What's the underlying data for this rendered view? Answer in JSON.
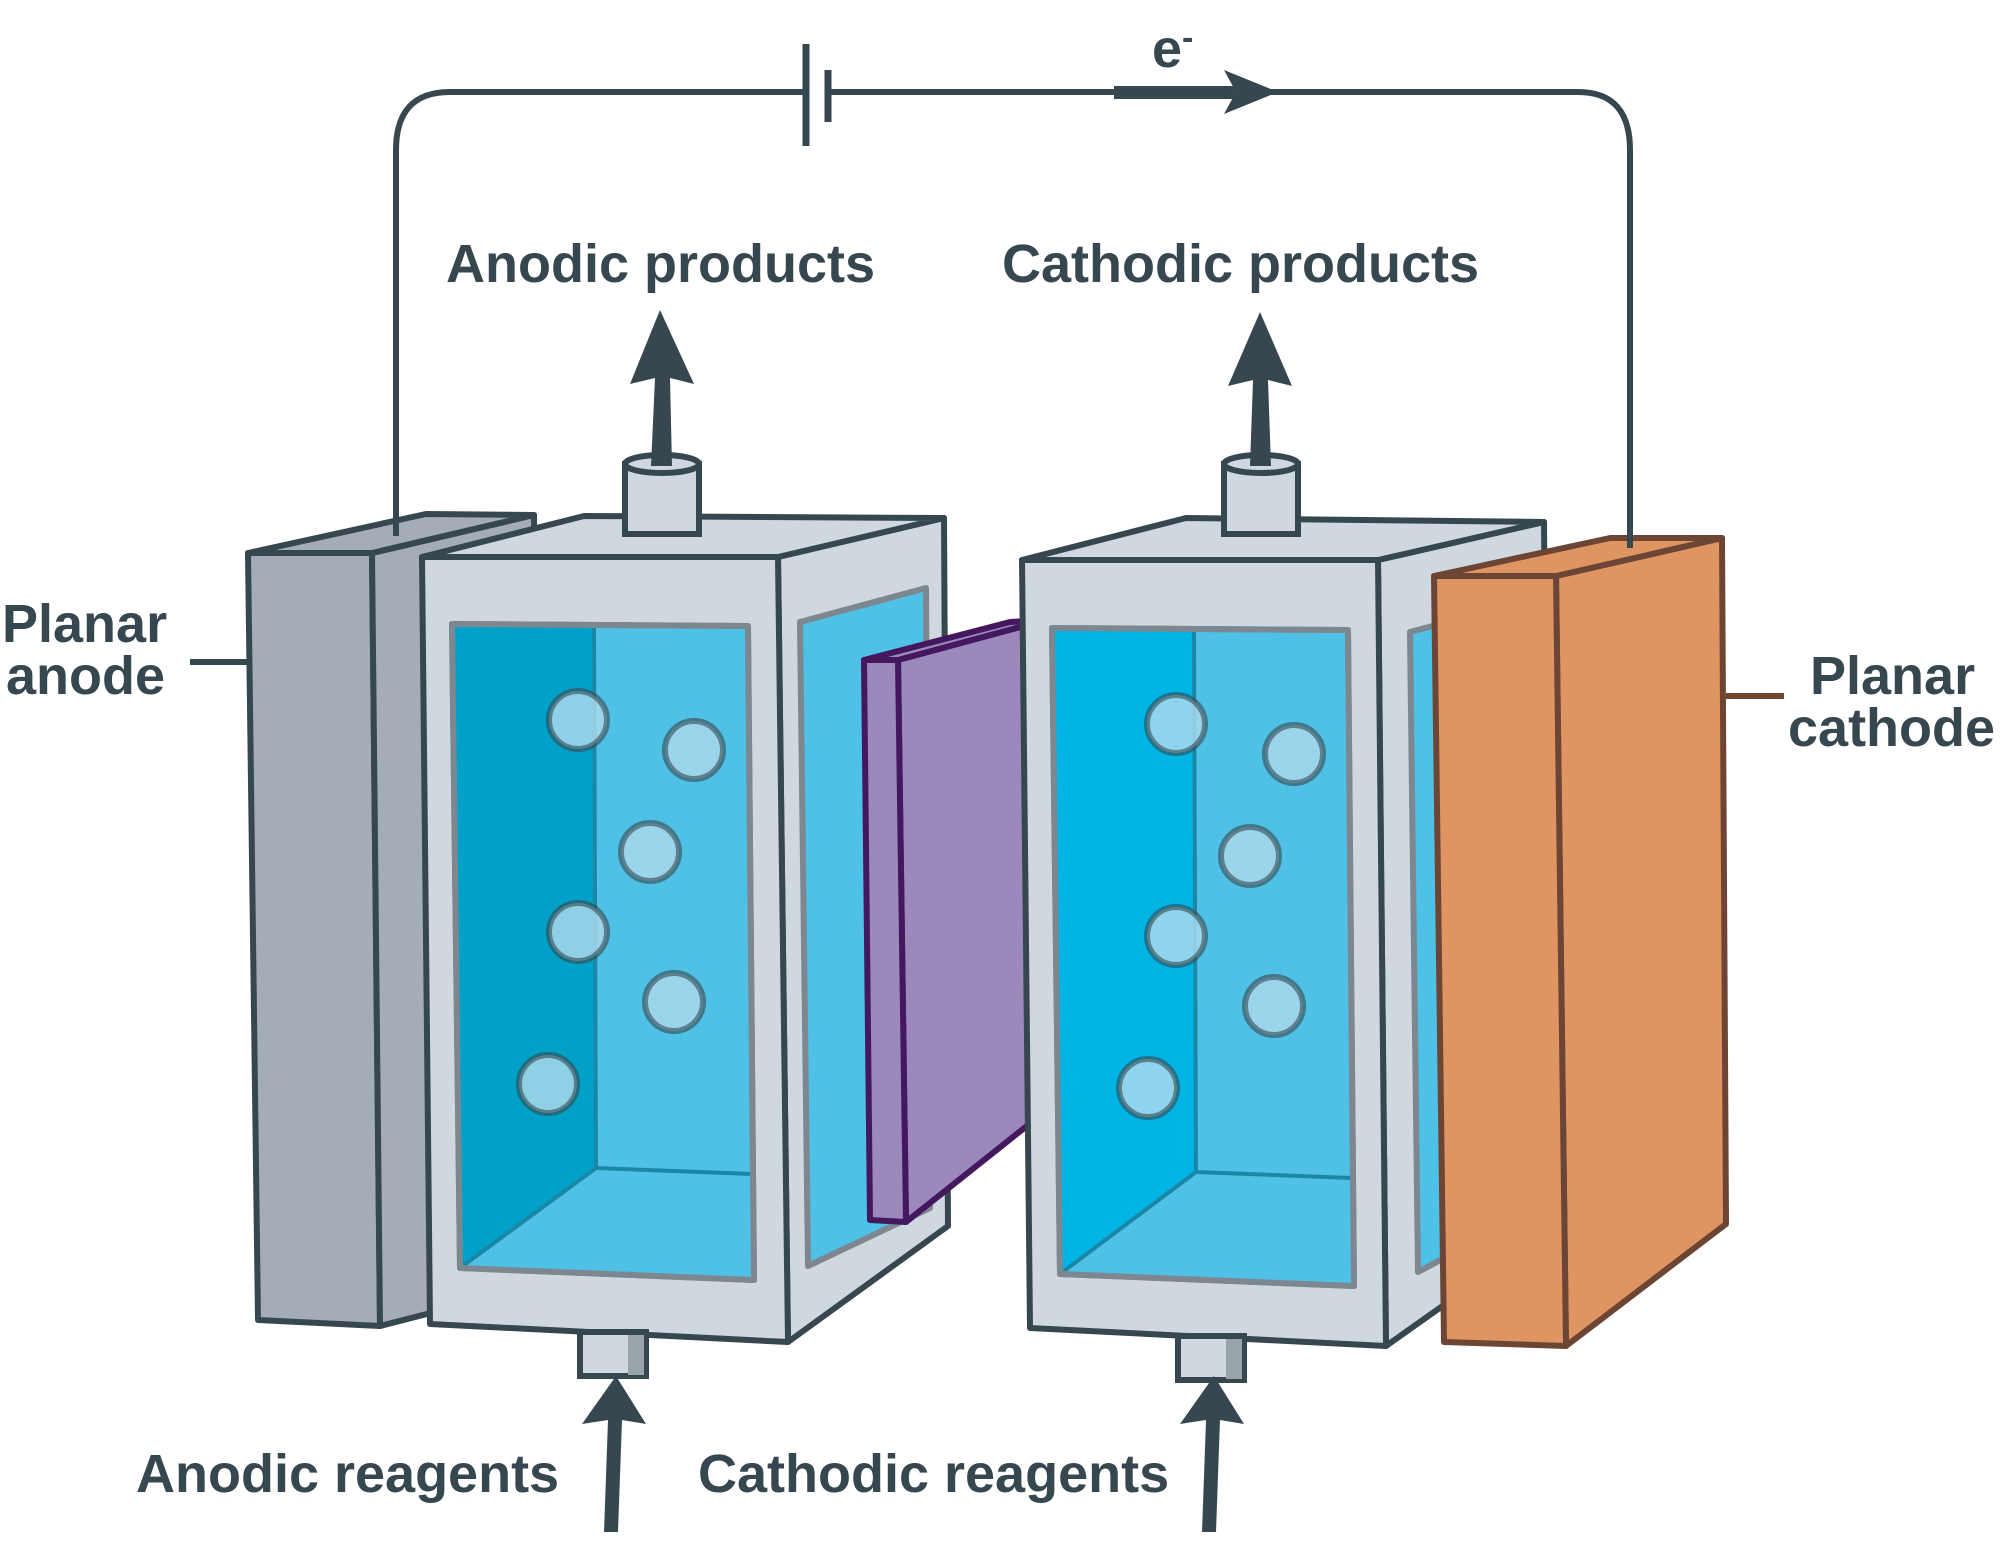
{
  "labels": {
    "electron": "e",
    "electron_charge": "-",
    "anodic_products": "Anodic products",
    "cathodic_products": "Cathodic products",
    "planar_anode_line1": "Planar",
    "planar_anode_line2": "anode",
    "planar_cathode_line1": "Planar",
    "planar_cathode_line2": "cathode",
    "anodic_reagents": "Anodic reagents",
    "cathodic_reagents": "Cathodic reagents"
  },
  "colors": {
    "outline": "#37474f",
    "anode": "#a4adb5",
    "cathode": "#de9562",
    "cathode_outline": "#6d4535",
    "membrane": "#9b89bc",
    "membrane_outline": "#44185e",
    "cell_body": "#cfd8de",
    "electrolyte": "#4fc0e6",
    "electrolyte_dark": "#00a1c9",
    "bubble": "#a8d8ec"
  }
}
